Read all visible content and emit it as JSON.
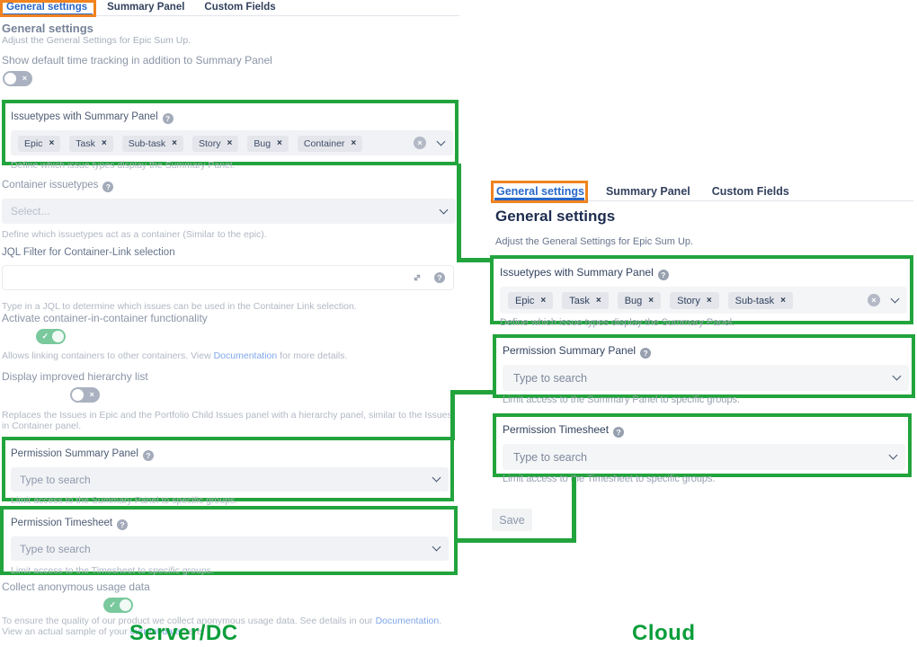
{
  "colors": {
    "highlight_green": "#22a43d",
    "annotation_orange": "#f0831f",
    "tab_blue": "#2968c8",
    "link_blue": "#7fa7ea"
  },
  "icons": {
    "help": "?",
    "clear": "×",
    "tag_remove": "×",
    "toggle_off": "×",
    "toggle_on": "✓"
  },
  "server": {
    "tabs": [
      "General settings",
      "Summary Panel",
      "Custom Fields"
    ],
    "heading": "General settings",
    "subheading": "Adjust the General Settings for Epic Sum Up.",
    "time_tracking": {
      "label": "Show default time tracking in addition to Summary Panel"
    },
    "issuetypes": {
      "label": "Issuetypes with Summary Panel",
      "tags": [
        "Epic",
        "Task",
        "Sub-task",
        "Story",
        "Bug",
        "Container"
      ],
      "helper": "Define which issue types display the Summary Panel."
    },
    "container_issuetypes": {
      "label": "Container issuetypes",
      "placeholder": "Select...",
      "helper": "Define which issuetypes act as a container (Similar to the epic)."
    },
    "jql": {
      "label": "JQL Filter for Container-Link selection",
      "value": "",
      "helper": "Type in a JQL to determine which issues can be used in the Container Link selection."
    },
    "container_in_container": {
      "label": "Activate container-in-container functionality",
      "helper_pre": "Allows linking containers to other containers. View ",
      "helper_link": "Documentation",
      "helper_post": " for more details."
    },
    "hierarchy": {
      "label": "Display improved hierarchy list",
      "helper": "Replaces the Issues in Epic and the Portfolio Child Issues panel with a hierarchy panel, similar to the Issues in Container panel."
    },
    "perm_summary": {
      "label": "Permission Summary Panel",
      "placeholder": "Type to search",
      "helper": "Limit access to the Summary Panel to specific groups."
    },
    "perm_timesheet": {
      "label": "Permission Timesheet",
      "placeholder": "Type to search",
      "helper": "Limit access to the Timesheet to specific groups."
    },
    "usage": {
      "label": "Collect anonymous usage data",
      "helper_pre": "To ensure the quality of our product we collect anonymous usage data. See details in our ",
      "helper_link1": "Documentation",
      "helper_mid": ". View an actual sample of your ",
      "helper_link2": "current data",
      "helper_post": " here."
    },
    "caption": "Server/DC"
  },
  "cloud": {
    "tabs": [
      "General settings",
      "Summary Panel",
      "Custom Fields"
    ],
    "heading": "General settings",
    "subheading": "Adjust the General Settings for Epic Sum Up.",
    "issuetypes": {
      "label": "Issuetypes with Summary Panel",
      "tags": [
        "Epic",
        "Task",
        "Bug",
        "Story",
        "Sub-task"
      ],
      "helper": "Define which issue types display the Summary Panel."
    },
    "perm_summary": {
      "label": "Permission Summary Panel",
      "placeholder": "Type to search",
      "helper": "Limit access to the Summary Panel to specific groups."
    },
    "perm_timesheet": {
      "label": "Permission Timesheet",
      "placeholder": "Type to search",
      "helper": "Limit access to the Timesheet to specific groups."
    },
    "save_label": "Save",
    "caption": "Cloud"
  }
}
